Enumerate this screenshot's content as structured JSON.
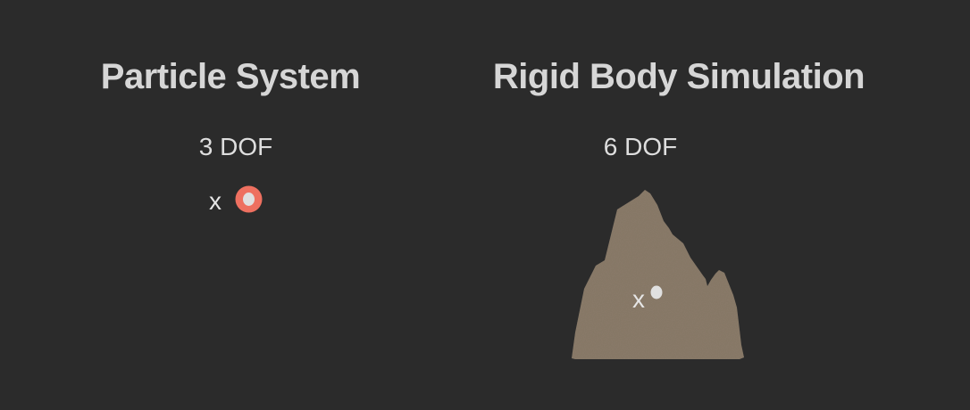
{
  "left_panel": {
    "title": "Particle System",
    "dof": "3 DOF",
    "position_label": "x",
    "particle_color": "#ee7060"
  },
  "right_panel": {
    "title": "Rigid Body Simulation",
    "dof": "6 DOF",
    "position_label": "x",
    "rock_color": "#8a7b69"
  },
  "colors": {
    "background": "#2b2b2b",
    "text": "#d9d9d9",
    "dot": "#e0e0e0"
  }
}
